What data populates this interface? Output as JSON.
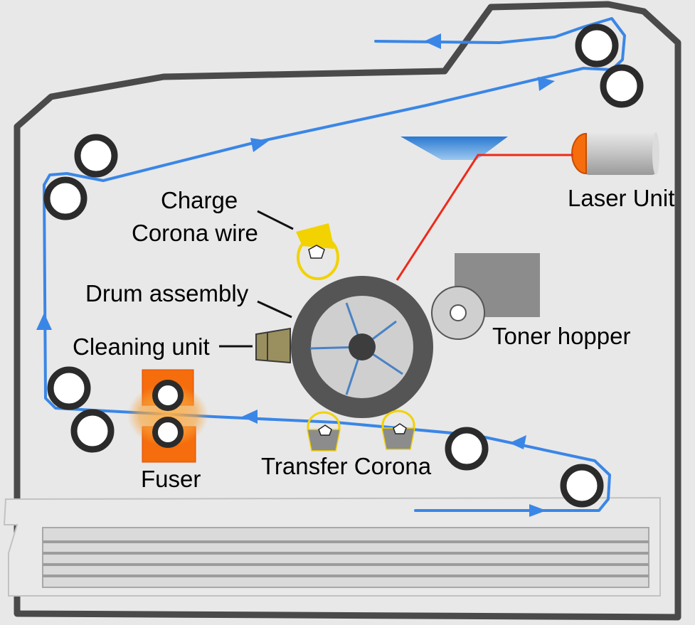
{
  "labels": {
    "laser_unit": "Laser Unit",
    "charge_line1": "Charge",
    "charge_line2": "Corona wire",
    "drum_assembly": "Drum assembly",
    "cleaning_unit": "Cleaning unit",
    "toner_hopper": "Toner hopper",
    "transfer_corona": "Transfer Corona",
    "fuser": "Fuser"
  },
  "colors": {
    "background": "#e8e8e8",
    "housing": "#4a4a4a",
    "paper_path": "#3a86e6",
    "laser_beam": "#ee2a1a",
    "corona_yellow": "#f2d200",
    "fuser_orange": "#f56d0c",
    "drum_dark": "#555555",
    "drum_core": "#cfcfcf",
    "mirror": "#4d9be0",
    "toner_gray": "#8c8c8c"
  }
}
